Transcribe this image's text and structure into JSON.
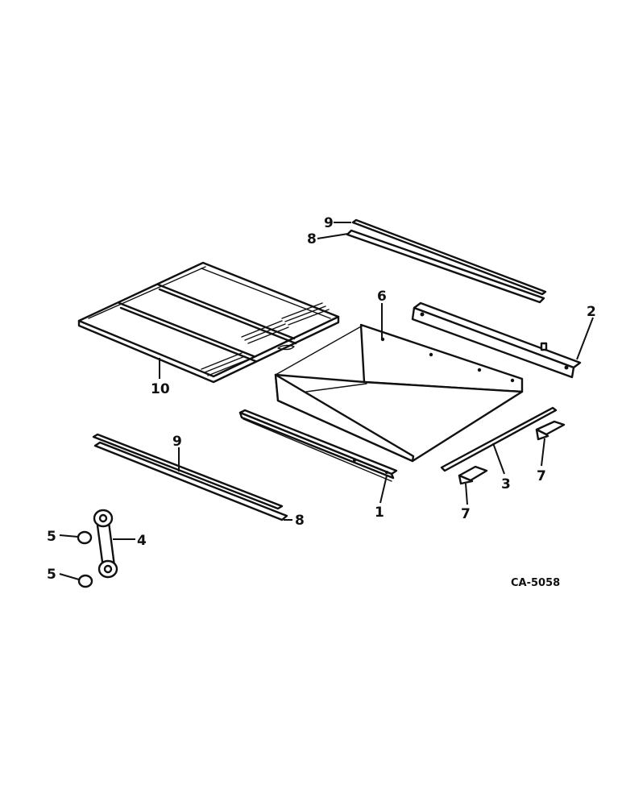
{
  "callouts": {
    "c1": "1",
    "c2": "2",
    "c3": "3",
    "c4": "4",
    "c5a": "5",
    "c5b": "5",
    "c6": "6",
    "c7a": "7",
    "c7b": "7",
    "c8a": "8",
    "c8b": "8",
    "c9a": "9",
    "c9b": "9",
    "c10": "10"
  },
  "figure_code": "CA-5058"
}
